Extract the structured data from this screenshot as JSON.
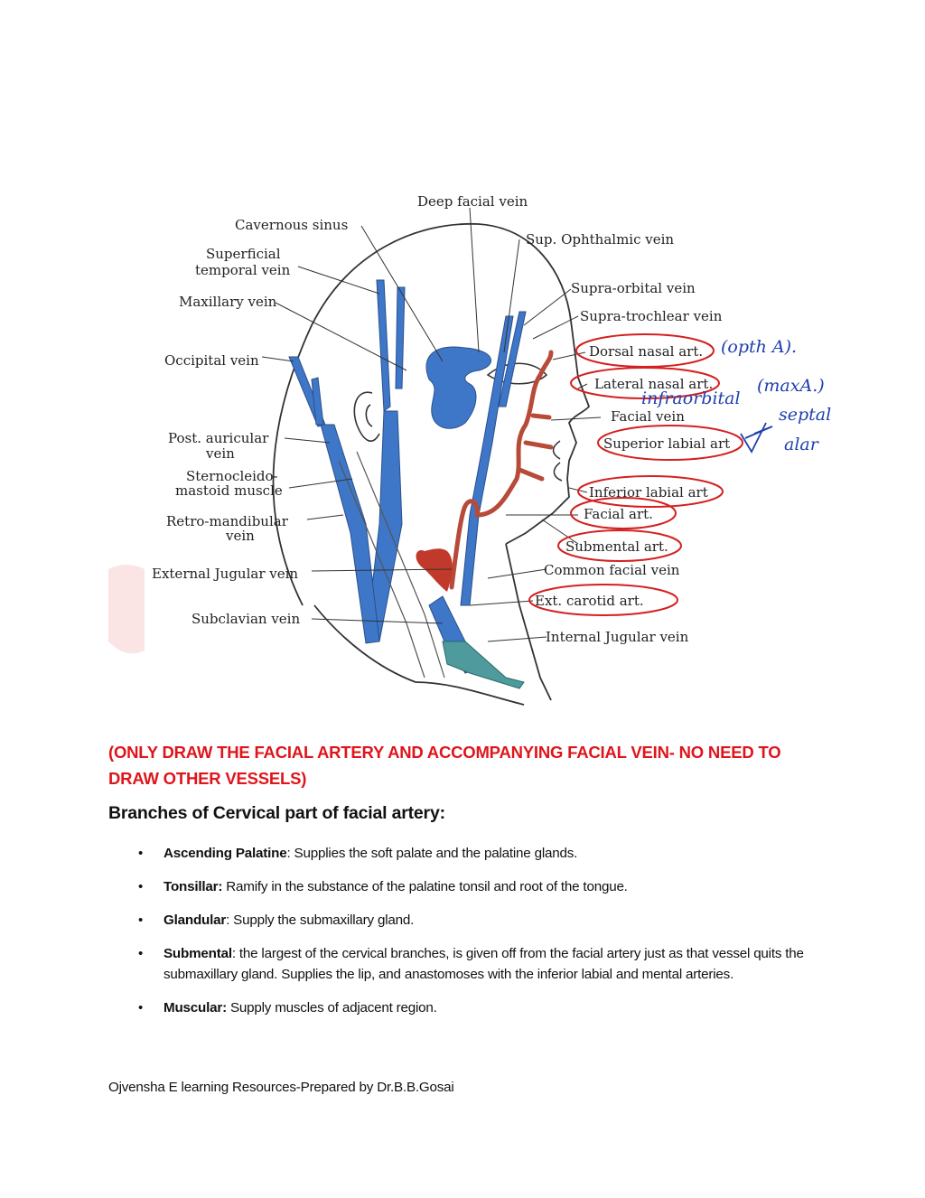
{
  "diagram": {
    "labels": {
      "deep_facial_vein": "Deep facial vein",
      "cavernous_sinus": "Cavernous sinus",
      "sup_ophthalmic_vein": "Sup. Ophthalmic vein",
      "superficial_temporal_vein_1": "Superficial",
      "superficial_temporal_vein_2": "temporal vein",
      "supra_orbital_vein": "Supra-orbital vein",
      "maxillary_vein": "Maxillary vein",
      "supra_trochlear_vein": "Supra-trochlear vein",
      "dorsal_nasal_art": "Dorsal nasal art.",
      "occipital_vein": "Occipital vein",
      "lateral_nasal_art": "Lateral nasal art.",
      "facial_vein": "Facial vein",
      "post_auricular_vein_1": "Post. auricular",
      "post_auricular_vein_2": "vein",
      "superior_labial_art": "Superior labial art",
      "sternocleido_1": "Sternocleido-",
      "sternocleido_2": "mastoid muscle",
      "inferior_labial_art": "Inferior labial art",
      "retro_mandibular_1": "Retro-mandibular",
      "retro_mandibular_2": "vein",
      "facial_art": "Facial art.",
      "submental_art": "Submental art.",
      "external_jugular_vein": "External Jugular vein",
      "common_facial_vein": "Common facial vein",
      "ext_carotid_art": "Ext. carotid art.",
      "subclavian_vein": "Subclavian vein",
      "internal_jugular_vein": "Internal Jugular vein"
    },
    "handwritten": {
      "opth_a": "(opth A).",
      "infraorbital": "infraorbital",
      "max_a": "(maxA.)",
      "septal": "septal",
      "alar": "alar"
    },
    "colors": {
      "vein": "#3f77c8",
      "artery": "#b84a3a",
      "annotation_circle": "#d42020",
      "handwriting": "#1f3fae"
    }
  },
  "instruction": "(ONLY DRAW THE FACIAL ARTERY AND ACCOMPANYING FACIAL VEIN- NO NEED TO DRAW OTHER VESSELS)",
  "heading": "Branches of Cervical part of facial artery:",
  "branches": [
    {
      "term": "Ascending Palatine",
      "sep": ":",
      "text": " Supplies the soft palate and the palatine glands."
    },
    {
      "term": "Tonsillar:",
      "sep": "",
      "text": " Ramify in the substance of the palatine tonsil and root of the tongue."
    },
    {
      "term": "Glandular",
      "sep": ":",
      "text": " Supply the submaxillary gland."
    },
    {
      "term": "Submental",
      "sep": ":",
      "text": " the largest of the cervical branches, is given off from the facial artery just as that vessel quits the submaxillary gland. Supplies the lip, and anastomoses with the inferior labial and mental arteries."
    },
    {
      "term": "Muscular:",
      "sep": "",
      "text": " Supply muscles of adjacent region."
    }
  ],
  "footer": "Ojvensha E learning Resources-Prepared by Dr.B.B.Gosai"
}
